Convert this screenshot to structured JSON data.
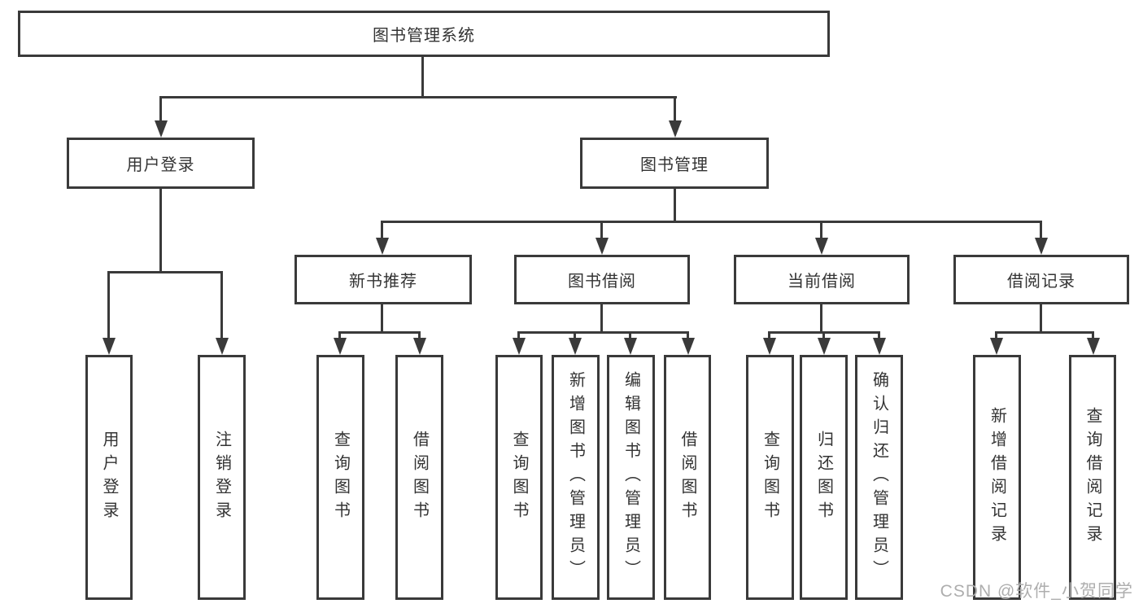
{
  "tree": {
    "root": {
      "label": "图书管理系统"
    },
    "branches": [
      {
        "label": "用户登录",
        "children": [
          {
            "label": "用户登录"
          },
          {
            "label": "注销登录"
          }
        ]
      },
      {
        "label": "图书管理",
        "children": [
          {
            "label": "新书推荐",
            "children": [
              {
                "label": "查询图书"
              },
              {
                "label": "借阅图书"
              }
            ]
          },
          {
            "label": "图书借阅",
            "children": [
              {
                "label": "查询图书"
              },
              {
                "label": "新增图书（管理员）"
              },
              {
                "label": "编辑图书（管理员）"
              },
              {
                "label": "借阅图书"
              }
            ]
          },
          {
            "label": "当前借阅",
            "children": [
              {
                "label": "查询图书"
              },
              {
                "label": "归还图书"
              },
              {
                "label": "确认归还（管理员）"
              }
            ]
          },
          {
            "label": "借阅记录",
            "children": [
              {
                "label": "新增借阅记录"
              },
              {
                "label": "查询借阅记录"
              }
            ]
          }
        ]
      }
    ]
  },
  "watermark": {
    "text": "CSDN @软件_小贺同学"
  },
  "colors": {
    "line": "#3a3a3a",
    "text": "#333333",
    "background": "#ffffff",
    "watermark": "#aeaeae"
  }
}
